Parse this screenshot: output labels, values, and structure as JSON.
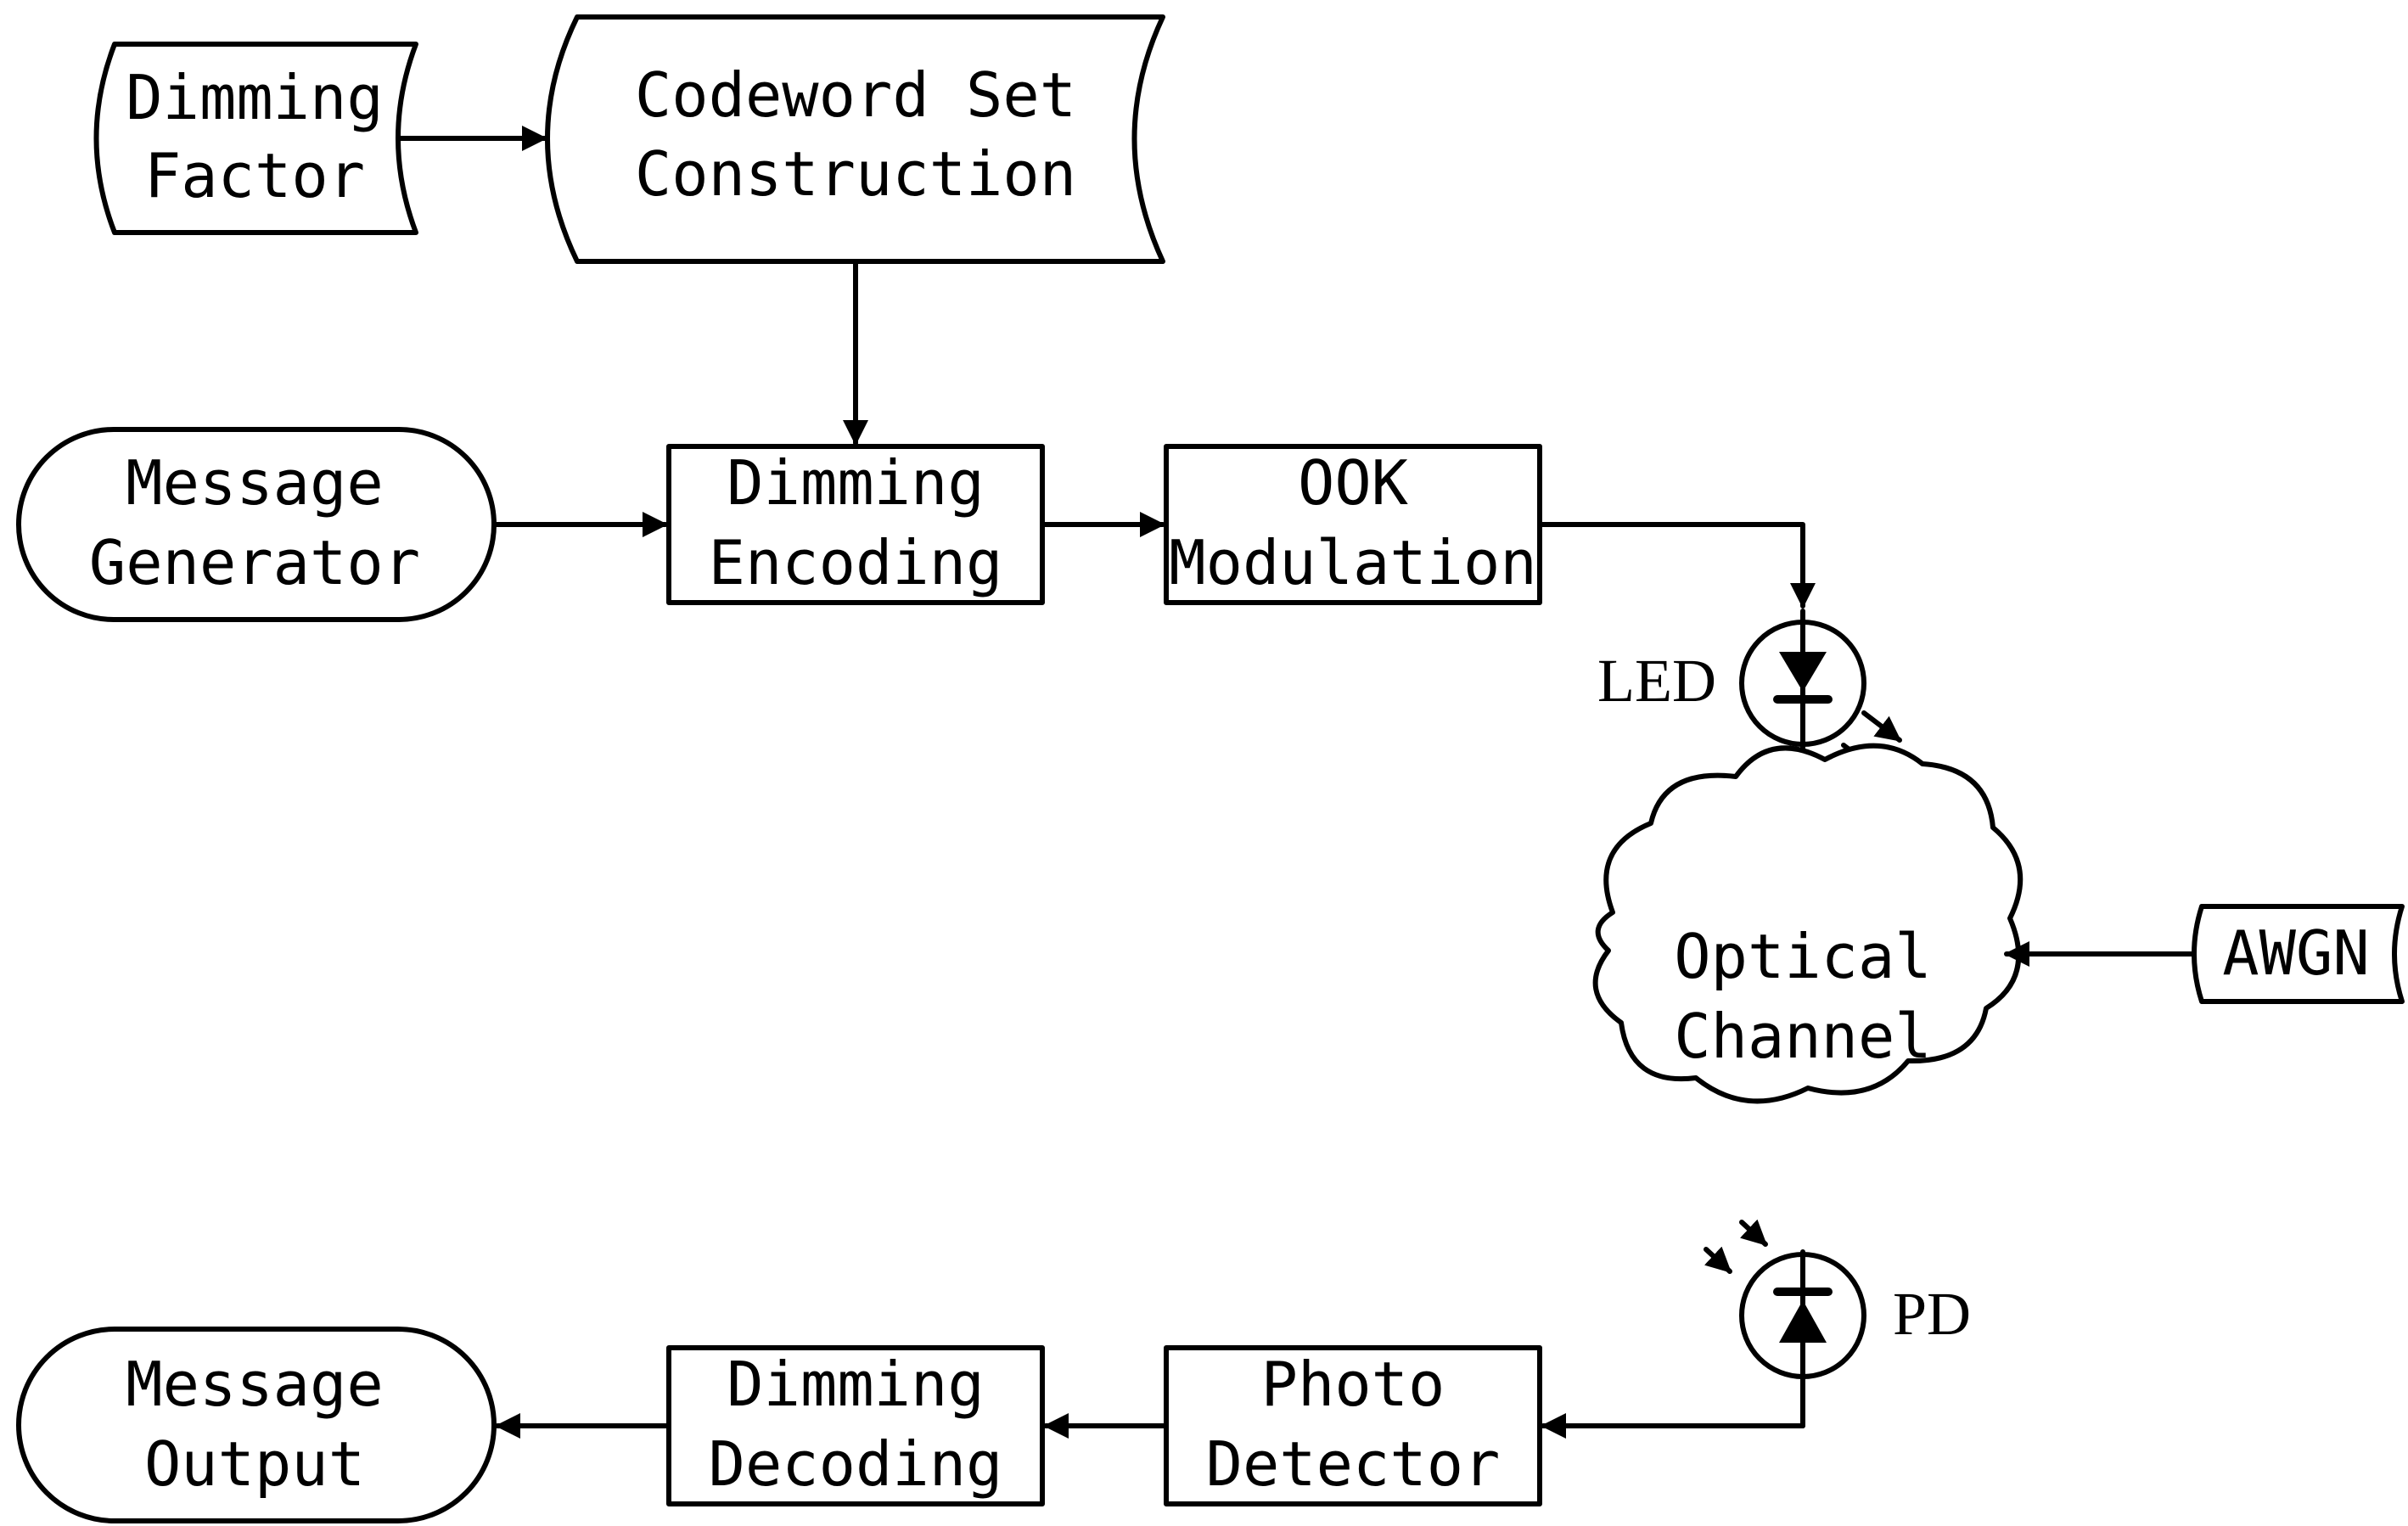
{
  "nodes": {
    "dimming_factor": [
      "Dimming",
      "Factor"
    ],
    "codeword_set": [
      "Codeword Set",
      "Construction"
    ],
    "message_generator": [
      "Message",
      "Generator"
    ],
    "dimming_encoding": [
      "Dimming",
      "Encoding"
    ],
    "ook_modulation": [
      "OOK",
      "Modulation"
    ],
    "led": "LED",
    "optical_channel": [
      "Optical",
      "Channel"
    ],
    "awgn": "AWGN",
    "pd": "PD",
    "photo_detector": [
      "Photo",
      "Detector"
    ],
    "dimming_decoding": [
      "Dimming",
      "Decoding"
    ],
    "message_output": [
      "Message",
      "Output"
    ]
  },
  "colors": {
    "stroke": "#000000",
    "background": "#ffffff"
  }
}
